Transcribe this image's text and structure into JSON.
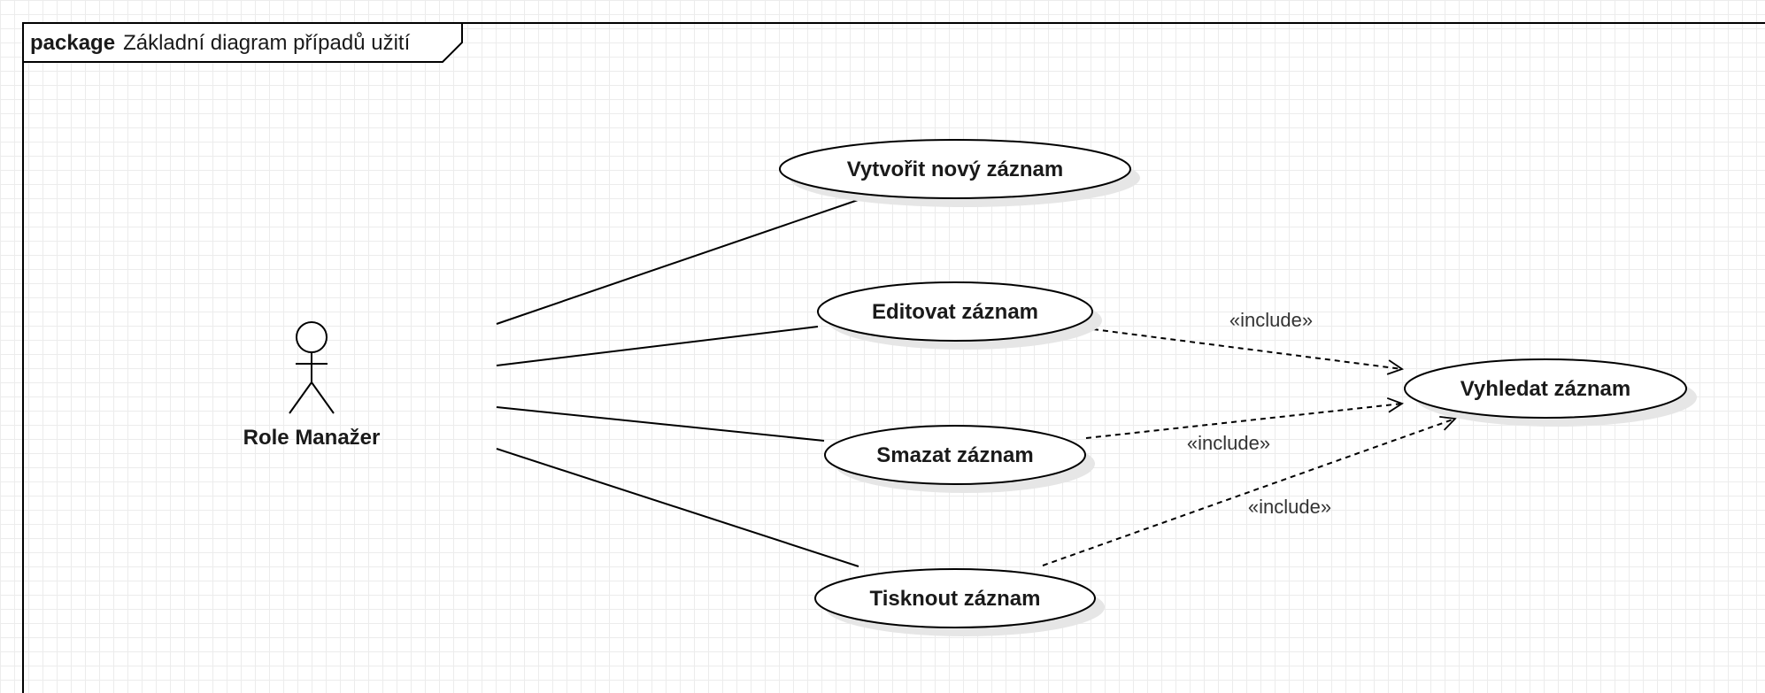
{
  "package": {
    "keyword": "package",
    "name": "Základní diagram případů užití"
  },
  "actor": {
    "name": "Role Manažer",
    "icon": "stick-figure-icon"
  },
  "use_cases": {
    "create": "Vytvořit nový záznam",
    "edit": "Editovat záznam",
    "delete": "Smazat záznam",
    "print": "Tisknout záznam",
    "search": "Vyhledat záznam"
  },
  "include_labels": {
    "edit": "«include»",
    "delete": "«include»",
    "print": "«include»"
  },
  "colors": {
    "line": "#000000",
    "shadow": "#e6e6e6",
    "grid": "#ececec"
  }
}
